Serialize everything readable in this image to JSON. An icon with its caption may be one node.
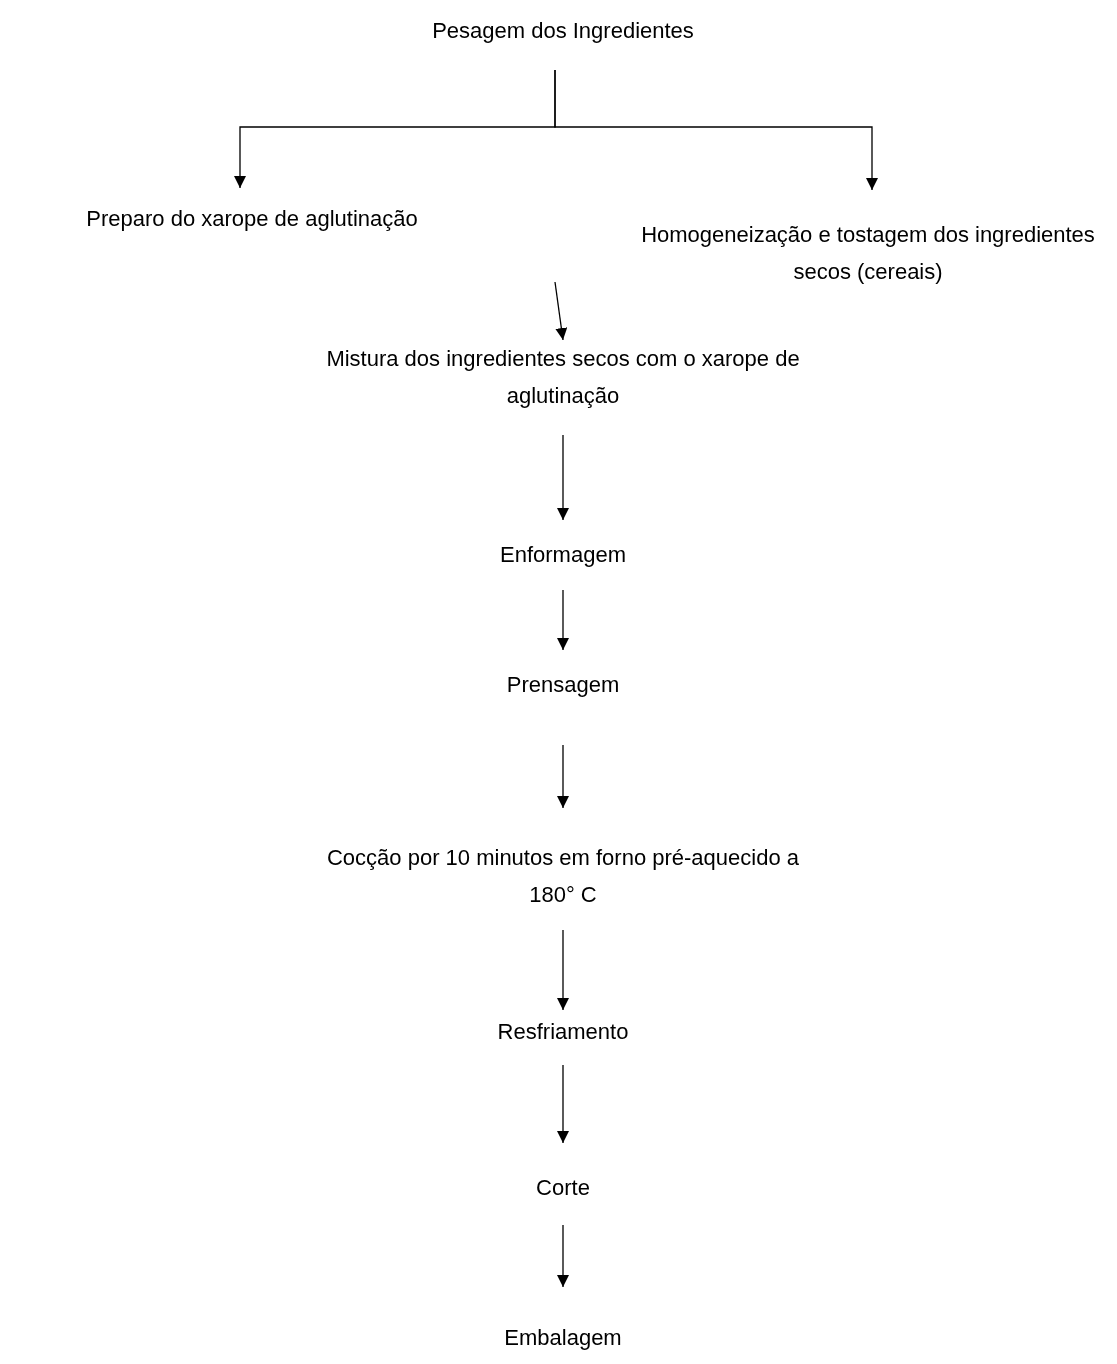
{
  "diagram": {
    "nodes": [
      {
        "text": [
          "Pesagem dos Ingredientes"
        ]
      },
      {
        "text": [
          "Preparo do xarope de aglutinação"
        ]
      },
      {
        "text": [
          "Homogeneização e tostagem dos ingredientes secos (cereais)"
        ]
      },
      {
        "text": [
          "Mistura dos ingredientes secos com o xarope de aglutinação"
        ]
      },
      {
        "text": [
          "Enformagem"
        ]
      },
      {
        "text": [
          "Prensagem"
        ]
      },
      {
        "text": [
          "Cocção por 10 minutos em forno pré-aquecido a 180° C"
        ]
      },
      {
        "text": [
          "Resfriamento"
        ]
      },
      {
        "text": [
          "Corte"
        ]
      },
      {
        "text": [
          "Embalagem"
        ]
      }
    ],
    "edges": [
      {
        "from": 0,
        "to": 1,
        "arrow": "to"
      },
      {
        "from": 0,
        "to": 2,
        "arrow": "to"
      },
      {
        "from": null,
        "to": 3,
        "arrow": "to"
      },
      {
        "from": 3,
        "to": 4,
        "arrow": "to"
      },
      {
        "from": 4,
        "to": 5,
        "arrow": "to"
      },
      {
        "from": 5,
        "to": 6,
        "arrow": "to"
      },
      {
        "from": 6,
        "to": 7,
        "arrow": "to"
      },
      {
        "from": 7,
        "to": 8,
        "arrow": "to"
      },
      {
        "from": 8,
        "to": 9,
        "arrow": "to"
      }
    ]
  }
}
